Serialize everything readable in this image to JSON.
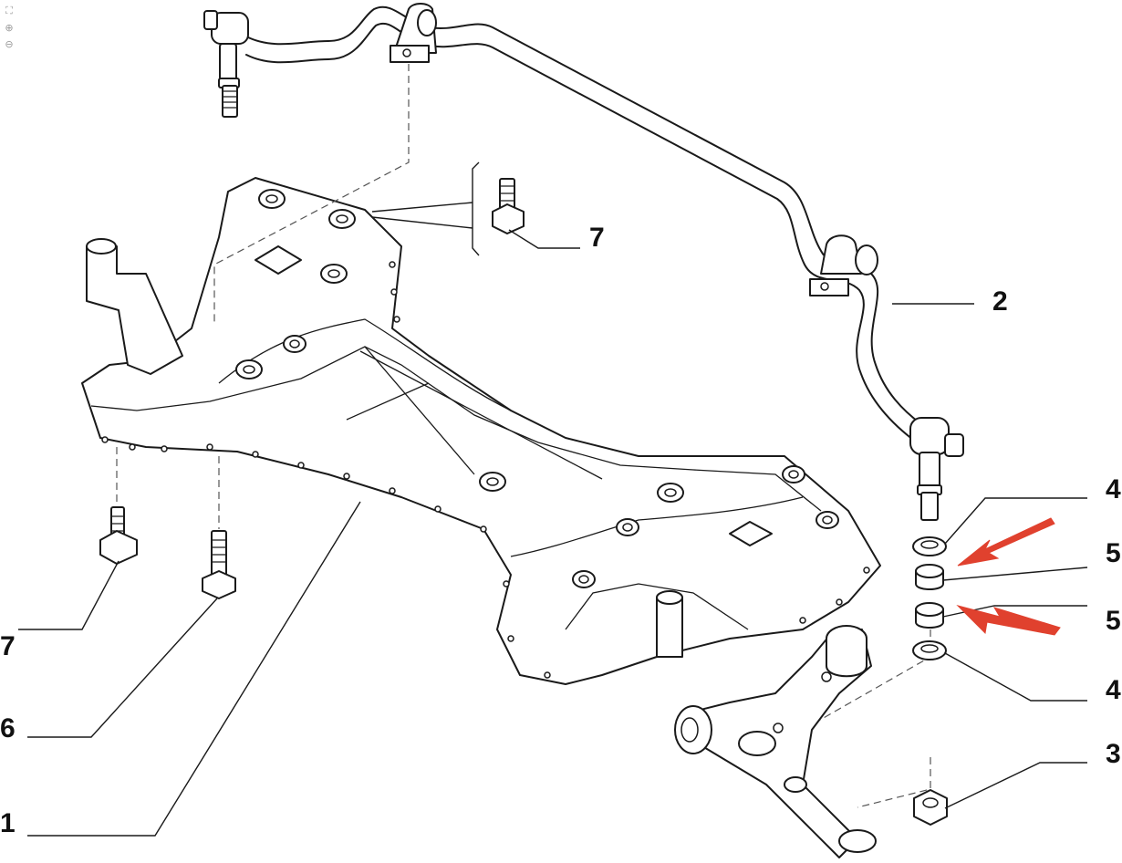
{
  "toolbar": {
    "items": [
      {
        "name": "fit-page-icon",
        "glyph": "⛶"
      },
      {
        "name": "zoom-in-icon",
        "glyph": "⊕"
      },
      {
        "name": "zoom-out-icon",
        "glyph": "⊖"
      }
    ]
  },
  "callouts": {
    "c7_top": "7",
    "c2": "2",
    "c4_top": "4",
    "c5_top": "5",
    "c5_bottom": "5",
    "c4_bottom": "4",
    "c3": "3",
    "c7_left": "7",
    "c6": "6",
    "c1": "1"
  },
  "colors": {
    "line": "#1a1a1a",
    "arrow": "#e0412e",
    "background": "#ffffff"
  }
}
